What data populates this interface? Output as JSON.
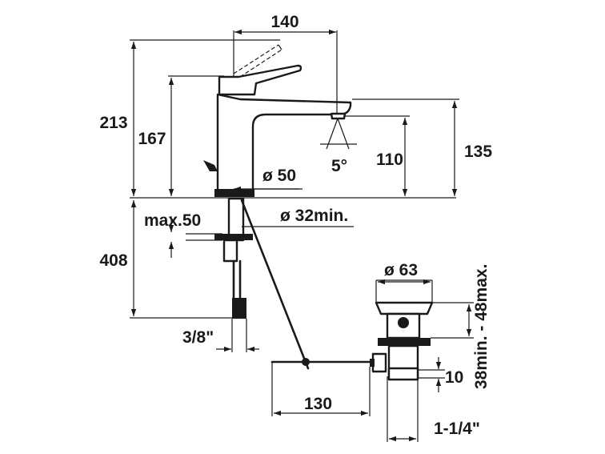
{
  "dimensions": {
    "spout_reach": "140",
    "total_height": "213",
    "lever_height": "167",
    "spout_height": "110",
    "spout_top": "135",
    "tilt_angle": "5°",
    "base_diameter": "ø 50",
    "hole_diameter": "ø 32min.",
    "deck_thickness": "max.50",
    "hose_length": "408",
    "connection": "3/8\"",
    "waste_diameter": "ø 63",
    "basin_thickness": "38min. - 48max.",
    "waste_offset": "10",
    "rod_length": "130",
    "waste_thread": "1-1/4\""
  },
  "colors": {
    "ink": "#1a1a1a",
    "background": "#ffffff"
  }
}
